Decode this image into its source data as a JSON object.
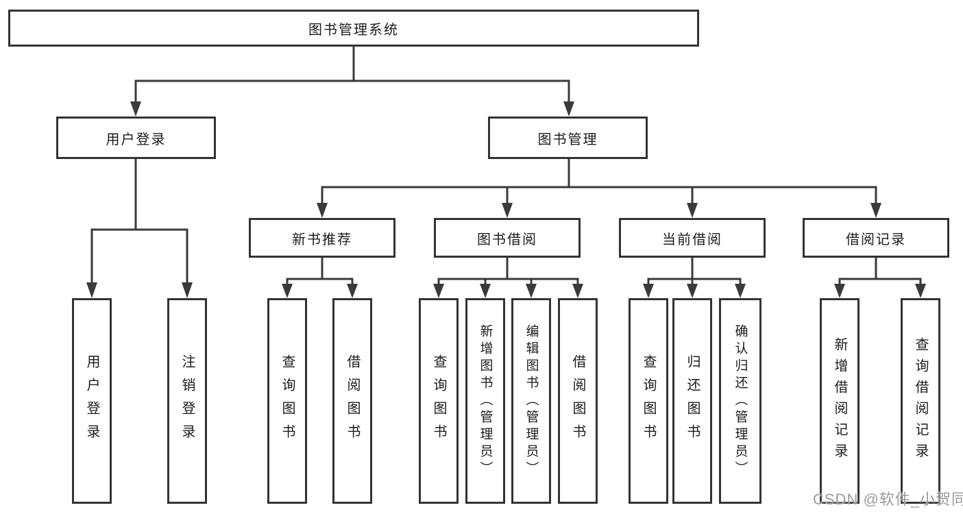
{
  "diagram": {
    "type": "tree",
    "title": "图书管理系统",
    "nodes": {
      "root": {
        "label": "图书管理系统"
      },
      "user_login": {
        "label": "用户登录"
      },
      "book_mgmt": {
        "label": "图书管理"
      },
      "new_book_rec": {
        "label": "新书推荐"
      },
      "book_borrow": {
        "label": "图书借阅"
      },
      "current_borrow": {
        "label": "当前借阅"
      },
      "borrow_record": {
        "label": "借阅记录"
      },
      "leaf_user_login": {
        "label": "用户登录"
      },
      "leaf_logout": {
        "label": "注销登录"
      },
      "leaf_nbr_query": {
        "label": "查询图书"
      },
      "leaf_nbr_borrow": {
        "label": "借阅图书"
      },
      "leaf_bb_query": {
        "label": "查询图书"
      },
      "leaf_bb_add": {
        "label": "新增图书（管理员）"
      },
      "leaf_bb_edit": {
        "label": "编辑图书（管理员）"
      },
      "leaf_bb_borrow": {
        "label": "借阅图书"
      },
      "leaf_cb_query": {
        "label": "查询图书"
      },
      "leaf_cb_return": {
        "label": "归还图书"
      },
      "leaf_cb_confirm": {
        "label": "确认归还（管理员）"
      },
      "leaf_br_add": {
        "label": "新增借阅记录"
      },
      "leaf_br_query": {
        "label": "查询借阅记录"
      }
    },
    "hierarchy": [
      {
        "parent": "图书管理系统",
        "children": [
          "用户登录",
          "图书管理"
        ]
      },
      {
        "parent": "用户登录",
        "children": [
          "用户登录",
          "注销登录"
        ]
      },
      {
        "parent": "图书管理",
        "children": [
          "新书推荐",
          "图书借阅",
          "当前借阅",
          "借阅记录"
        ]
      },
      {
        "parent": "新书推荐",
        "children": [
          "查询图书",
          "借阅图书"
        ]
      },
      {
        "parent": "图书借阅",
        "children": [
          "查询图书",
          "新增图书（管理员）",
          "编辑图书（管理员）",
          "借阅图书"
        ]
      },
      {
        "parent": "当前借阅",
        "children": [
          "查询图书",
          "归还图书",
          "确认归还（管理员）"
        ]
      },
      {
        "parent": "借阅记录",
        "children": [
          "新增借阅记录",
          "查询借阅记录"
        ]
      }
    ],
    "colors": {
      "line": "#3a3a3a",
      "border": "#333333",
      "text": "#1c1c1c",
      "background": "#ffffff",
      "watermark": "#9b9b9b"
    },
    "watermark": "CSDN @软件_小贺同学"
  }
}
